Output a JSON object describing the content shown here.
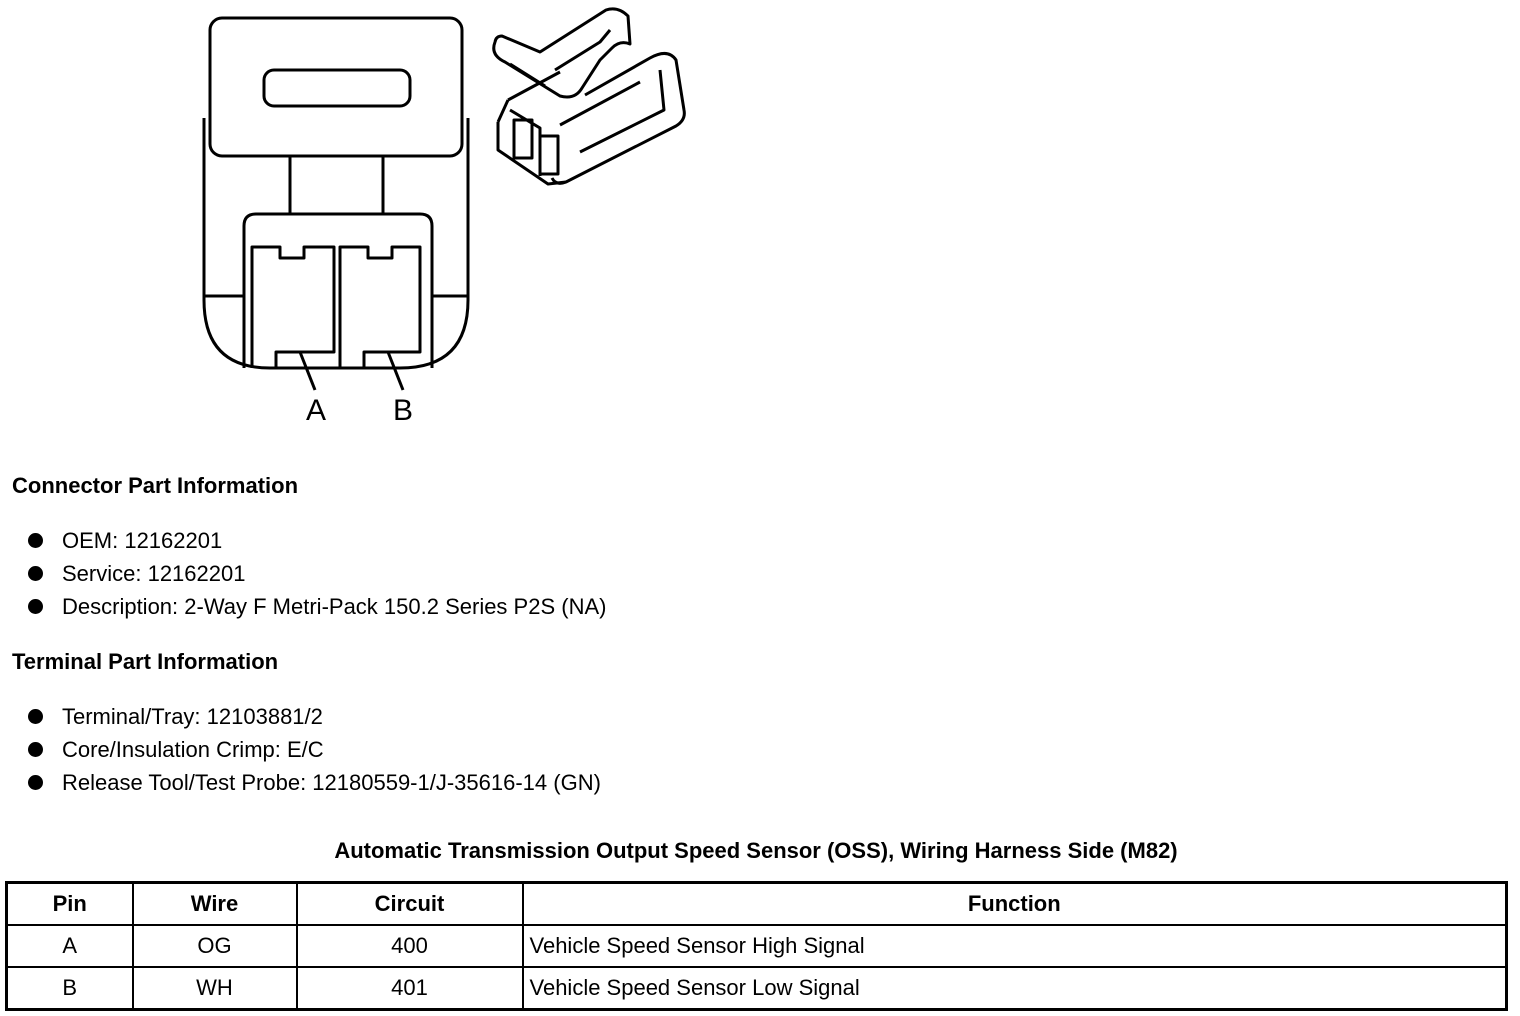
{
  "diagram": {
    "pin_labels": [
      "A",
      "B"
    ]
  },
  "connector_info": {
    "heading": "Connector Part Information",
    "items": [
      "OEM: 12162201",
      "Service: 12162201",
      "Description: 2-Way F Metri-Pack 150.2 Series P2S (NA)"
    ]
  },
  "terminal_info": {
    "heading": "Terminal Part Information",
    "items": [
      "Terminal/Tray: 12103881/2",
      "Core/Insulation Crimp: E/C",
      "Release Tool/Test Probe: 12180559-1/J-35616-14 (GN)"
    ]
  },
  "table": {
    "title": "Automatic Transmission Output Speed Sensor (OSS), Wiring Harness Side (M82)",
    "headers": [
      "Pin",
      "Wire",
      "Circuit",
      "Function"
    ],
    "rows": [
      [
        "A",
        "OG",
        "400",
        "Vehicle Speed Sensor High Signal"
      ],
      [
        "B",
        "WH",
        "401",
        "Vehicle Speed Sensor Low Signal"
      ]
    ]
  }
}
